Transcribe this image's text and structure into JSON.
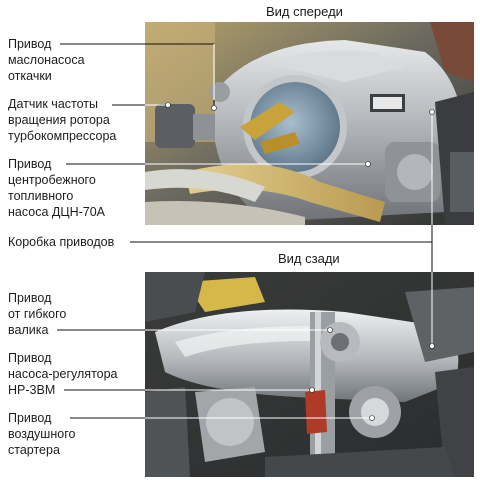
{
  "views": {
    "front": "Вид спереди",
    "rear": "Вид сзади"
  },
  "callouts": {
    "oil_pump_drive": "Привод\nмаслонасоса\nоткачки",
    "speed_sensor": "Датчик частоты\nвращения ротора\nтурбокомпрессора",
    "fuel_pump_drive": "Привод\nцентробежного\nтопливного\nнасоса ДЦН-70А",
    "gearbox": "Коробка приводов",
    "flex_shaft_drive": "Привод\nот гибкого\nвалика",
    "nr_drive": "Привод\nнасоса-регулятора\nНР-3ВМ",
    "air_starter_drive": "Привод\nвоздушного\nстартера"
  }
}
